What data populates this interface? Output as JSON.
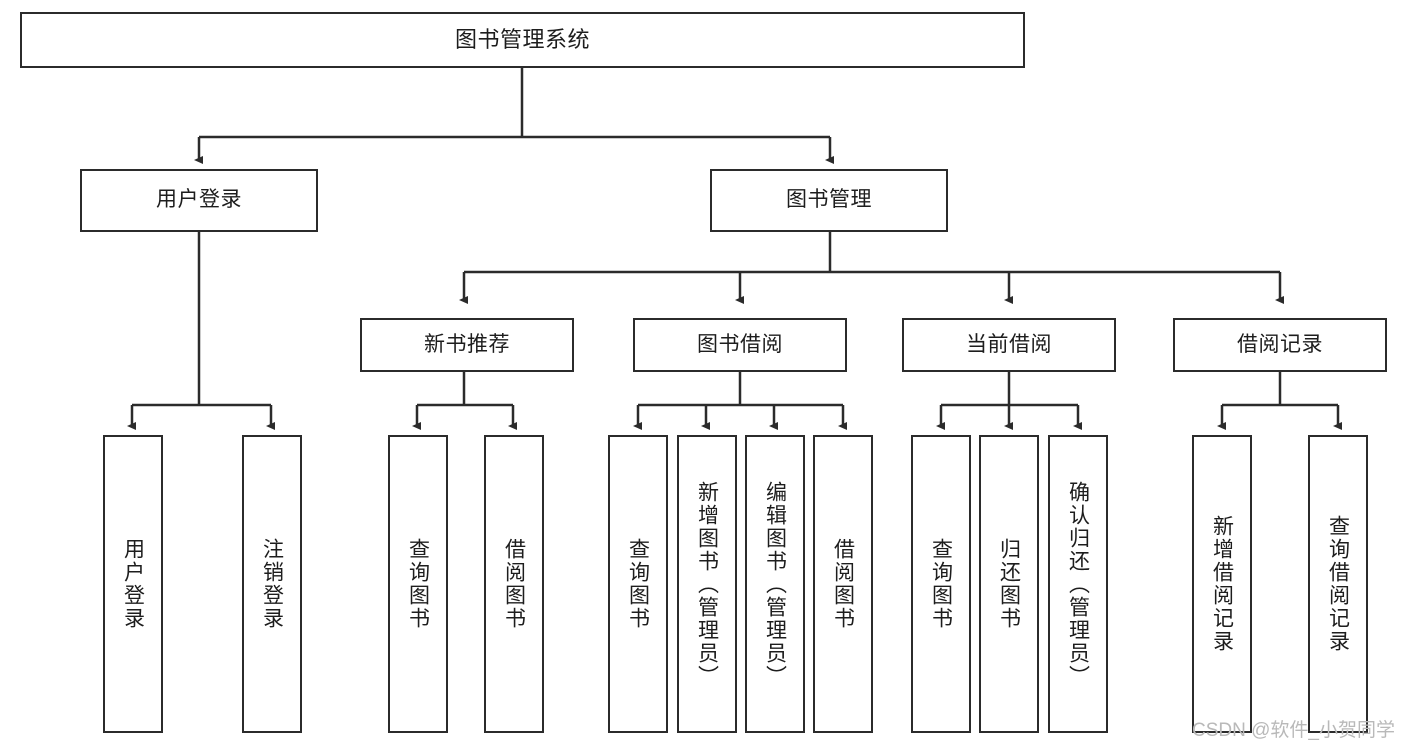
{
  "diagram": {
    "title": "图书管理系统",
    "type": "tree",
    "root": {
      "label": "图书管理系统"
    },
    "level1": [
      {
        "label": "用户登录"
      },
      {
        "label": "图书管理"
      }
    ],
    "level2": [
      {
        "label": "新书推荐"
      },
      {
        "label": "图书借阅"
      },
      {
        "label": "当前借阅"
      },
      {
        "label": "借阅记录"
      }
    ],
    "leaves": {
      "user_login": [
        {
          "label": "用户登录"
        },
        {
          "label": "注销登录"
        }
      ],
      "new_book_recommend": [
        {
          "label": "查询图书"
        },
        {
          "label": "借阅图书"
        }
      ],
      "book_borrow": [
        {
          "label": "查询图书"
        },
        {
          "label": "新增图书（管理员）"
        },
        {
          "label": "编辑图书（管理员）"
        },
        {
          "label": "借阅图书"
        }
      ],
      "current_borrow": [
        {
          "label": "查询图书"
        },
        {
          "label": "归还图书"
        },
        {
          "label": "确认归还（管理员）"
        }
      ],
      "borrow_record": [
        {
          "label": "新增借阅记录"
        },
        {
          "label": "查询借阅记录"
        }
      ]
    }
  },
  "watermark": {
    "text": "CSDN @软件_小贺同学"
  },
  "colors": {
    "stroke": "#2b2b2b",
    "box_fill": "#ffffff",
    "text": "#1d1d1d",
    "watermark": "#b9b9b9",
    "background": "#ffffff"
  }
}
